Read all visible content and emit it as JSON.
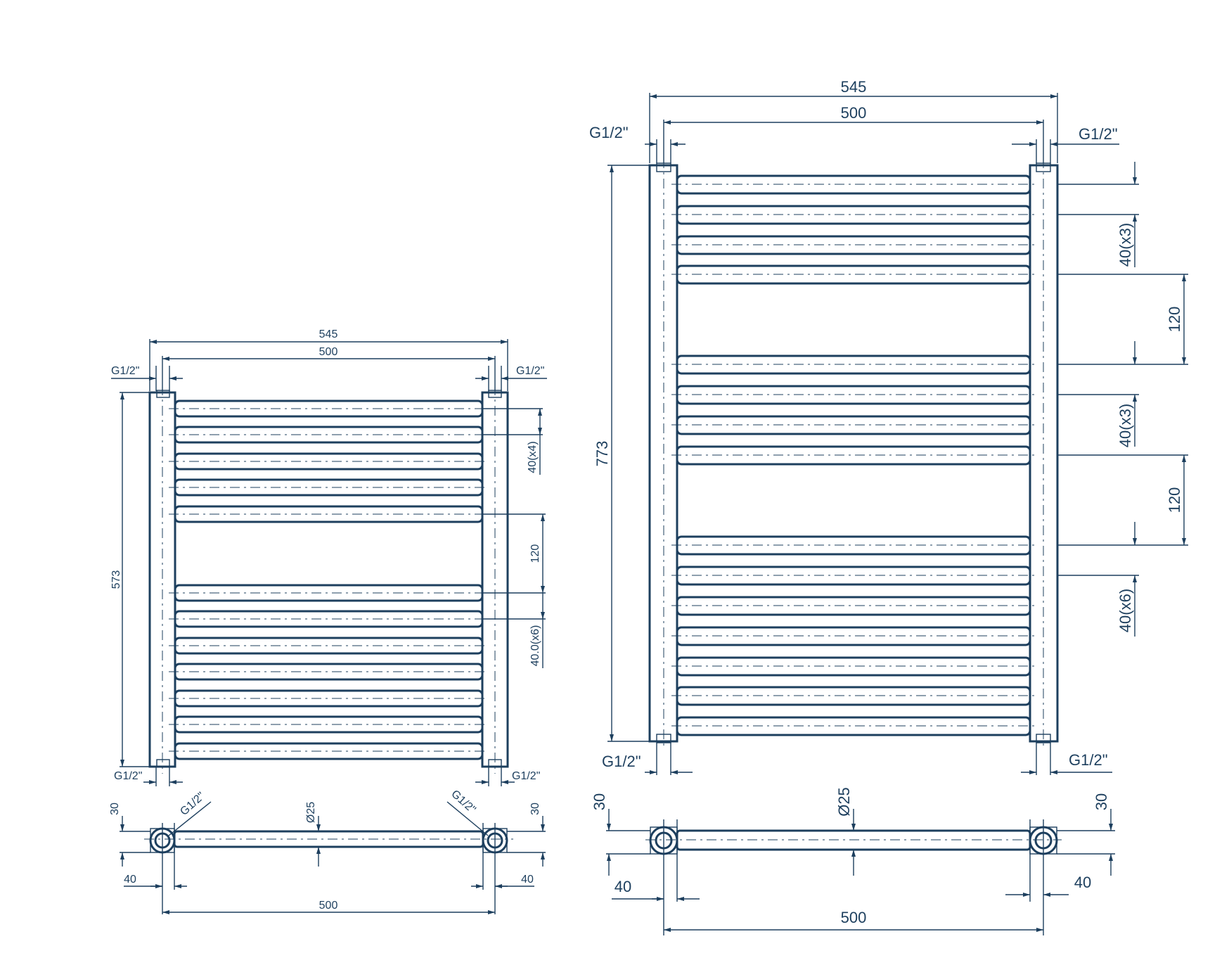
{
  "colors": {
    "ink": "#1d3f5e",
    "background": "#ffffff"
  },
  "small_view": {
    "width_overall": "545",
    "width_centers": "500",
    "height": "573",
    "connection_label": "G1/2\"",
    "top_left_connection": "G1/2\"",
    "top_right_connection": "G1/2\"",
    "bottom_left_connection": "G1/2\"",
    "bottom_right_connection": "G1/2\"",
    "spacing_top_group": "40(x4)",
    "gap_mid": "120",
    "spacing_bottom_group": "40.0(x6)",
    "plan_depth_left": "30",
    "plan_depth_right": "30",
    "plan_tube_diameter": "Ø25",
    "plan_connection_left": "G1/2\"",
    "plan_connection_right": "G1/2\"",
    "plan_offset_left": "40",
    "plan_offset_right": "40",
    "plan_width": "500"
  },
  "large_view": {
    "width_overall": "545",
    "width_centers": "500",
    "height": "773",
    "top_left_connection": "G1/2\"",
    "top_right_connection": "G1/2\"",
    "bottom_left_connection": "G1/2\"",
    "bottom_right_connection": "G1/2\"",
    "spacing_group_1": "40(x3)",
    "gap_1": "120",
    "spacing_group_2": "40(x3)",
    "gap_2": "120",
    "spacing_group_3": "40(x6)",
    "plan_depth_left": "30",
    "plan_depth_right": "30",
    "plan_tube_diameter": "Ø25",
    "plan_offset_left": "40",
    "plan_offset_right": "40",
    "plan_width": "500"
  }
}
